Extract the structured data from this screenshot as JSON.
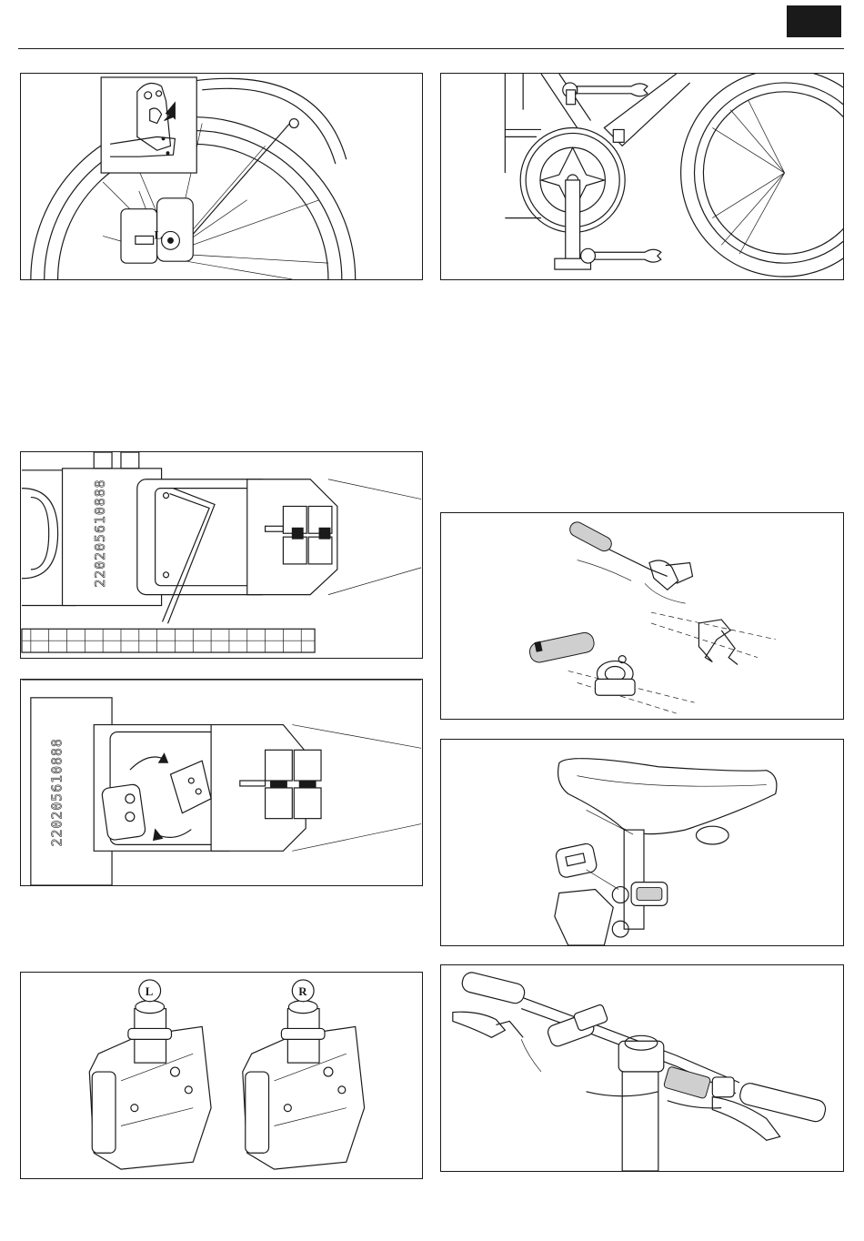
{
  "page": {
    "section_tab_color": "#1a1a1a"
  },
  "figures": {
    "rear_brake": {
      "inset_icon": "dropout-inset-arrow",
      "label": "L"
    },
    "crank": {
      "tools": [
        "wrench-icon",
        "wrench-icon"
      ]
    },
    "frame_folding_lock": {
      "serial": "220205610888",
      "tool": "hex-key-icon"
    },
    "frame_folding_latch": {
      "serial": "220205610888",
      "icons": [
        "rotate-arrow-icon",
        "rotate-arrow-icon"
      ]
    },
    "pedals": {
      "left_label": "L",
      "right_label": "R"
    },
    "handlebar_parts": {},
    "seat_post_light": {},
    "handlebar_assembled": {}
  }
}
